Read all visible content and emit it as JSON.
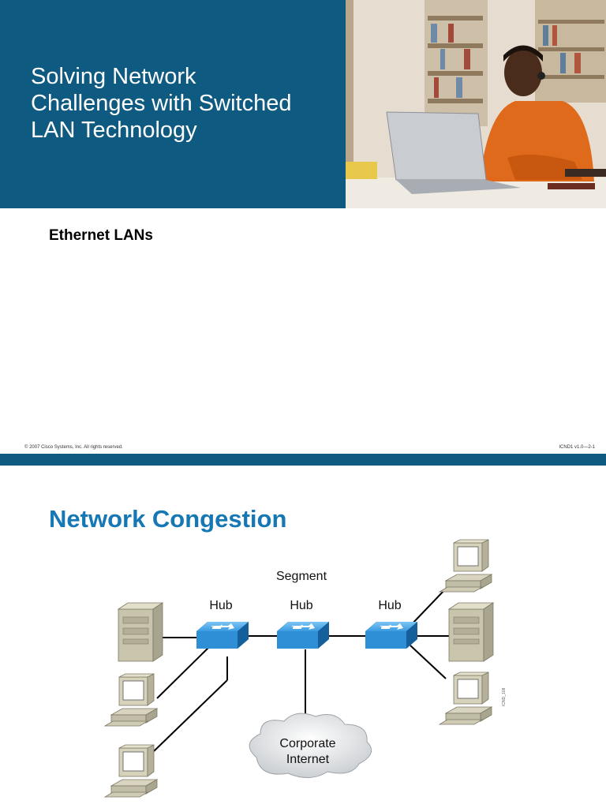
{
  "slide1": {
    "title_lines": [
      "Solving Network",
      "Challenges with Switched",
      "LAN Technology"
    ],
    "subheading": "Ethernet LANs",
    "footer_left": "© 2007 Cisco Systems, Inc. All rights reserved.",
    "footer_right": "ICND1 v1.0—2-1"
  },
  "slide2": {
    "title": "Network Congestion",
    "diagram": {
      "segment_label": "Segment",
      "hub_labels": [
        "Hub",
        "Hub",
        "Hub"
      ],
      "cloud_lines": [
        "Corporate",
        "Internet"
      ],
      "figure_id": "ICND_108"
    }
  },
  "colors": {
    "banner": "#0f5a80",
    "title_blue": "#1578b4",
    "hub_blue": "#2e8fd6"
  }
}
